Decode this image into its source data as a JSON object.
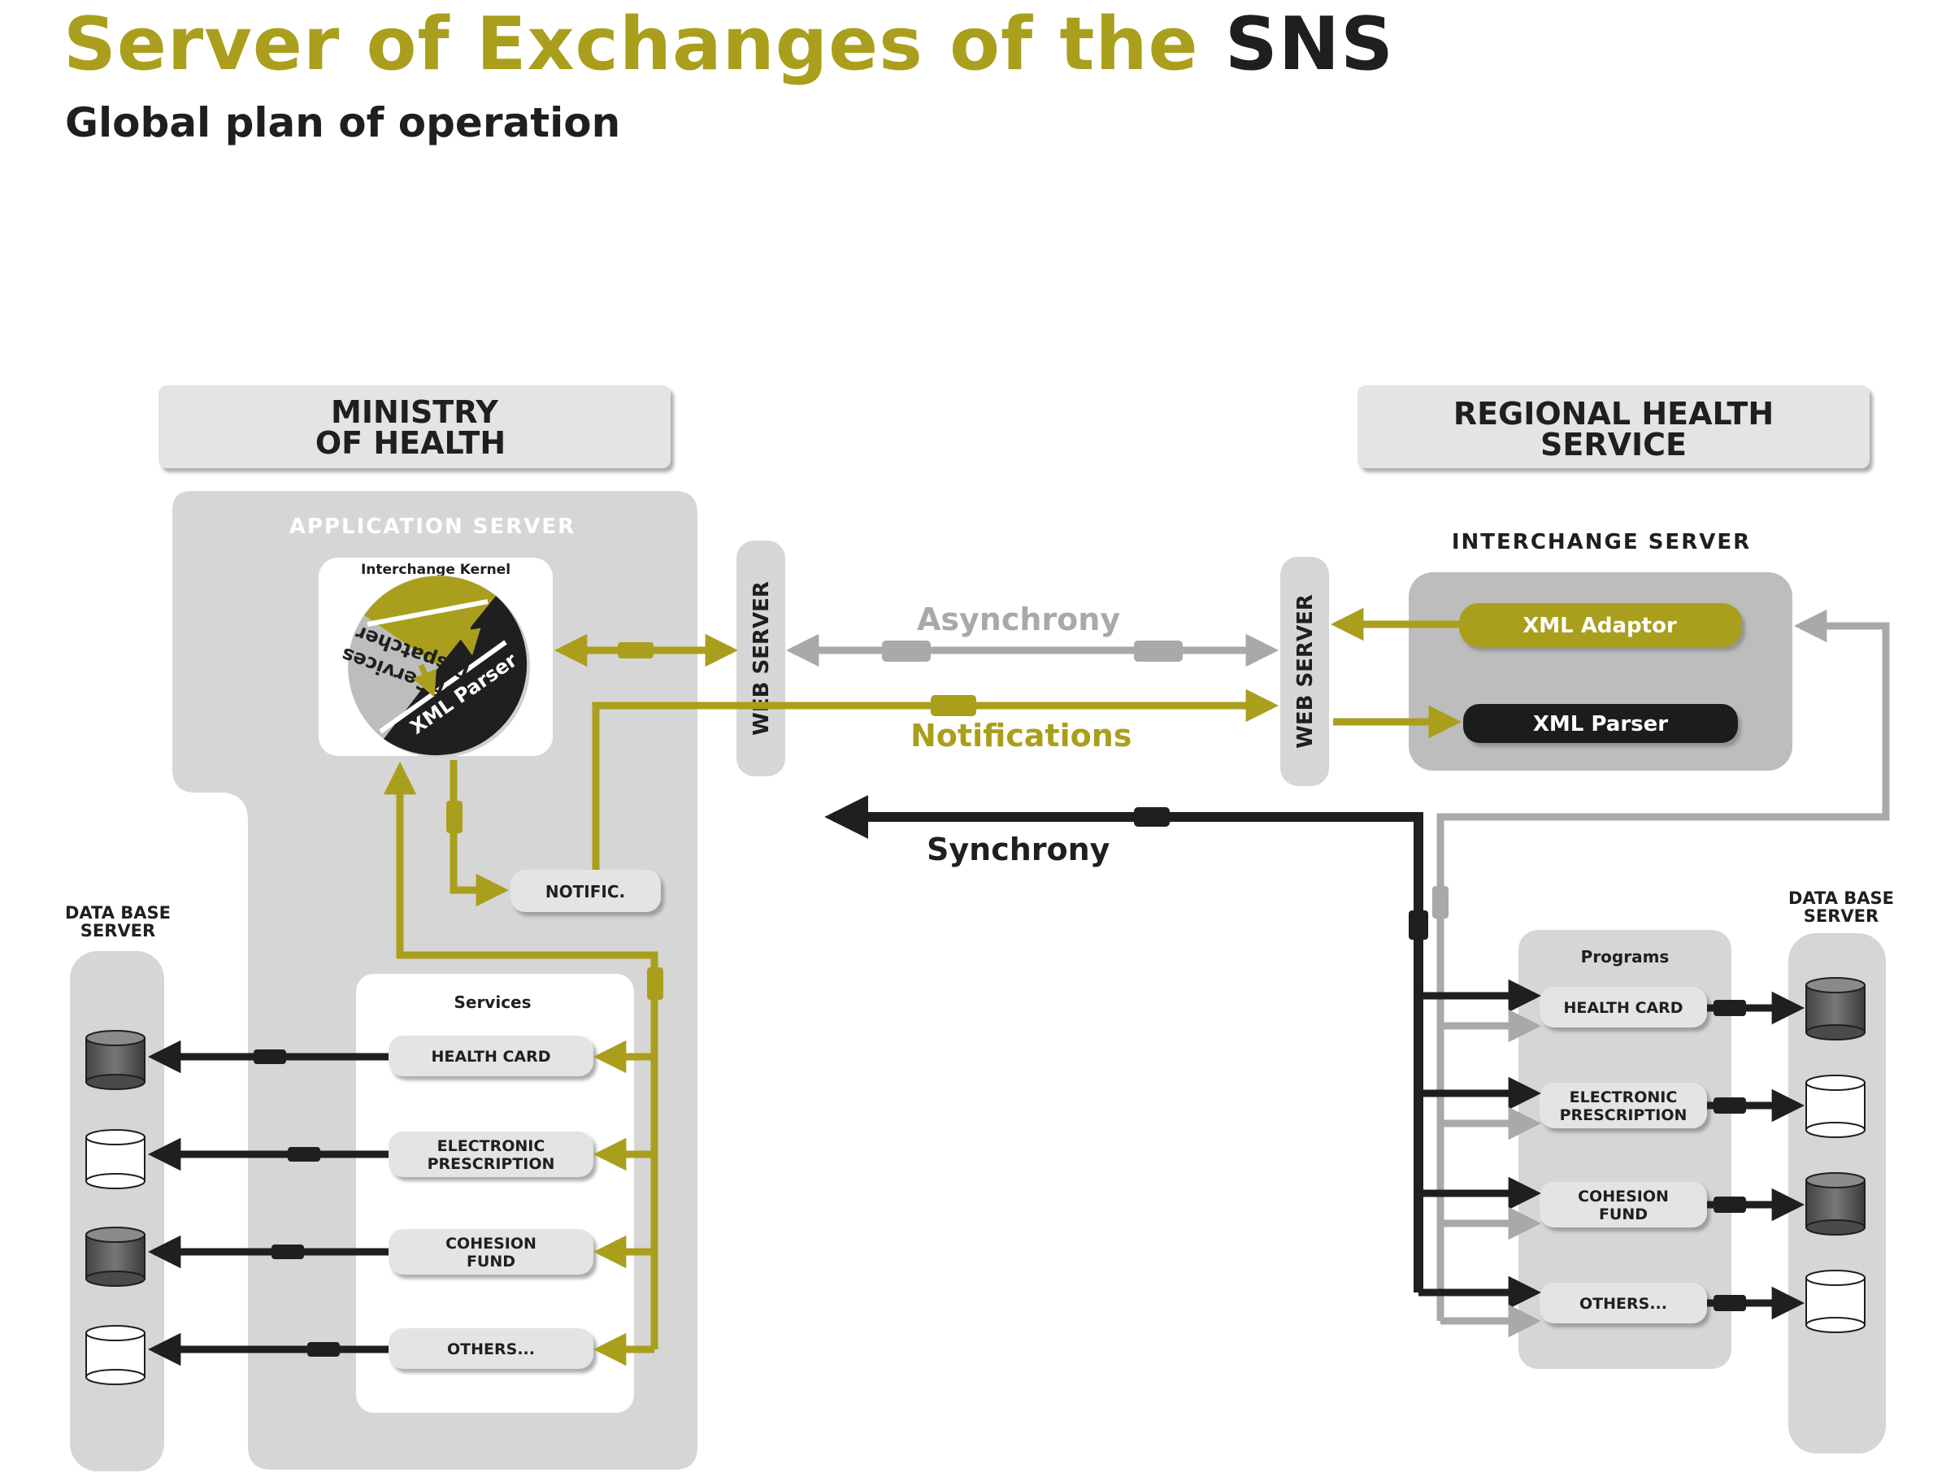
{
  "title": {
    "part1": "Server of Exchanges of the",
    "part2": "SNS"
  },
  "subtitle": "Global plan of operation",
  "colors": {
    "olive": "#aa9f1c",
    "dark": "#1f1f1f",
    "gray": "#a9a9a9",
    "panel": "#d6d6d6"
  },
  "ministry": {
    "title_line1": "MINISTRY",
    "title_line2": "OF HEALTH",
    "app_server": "APPLICATION SERVER",
    "kernel": {
      "title": "Interchange Kernel",
      "dispatcher_line1": "Dispatcher",
      "dispatcher_line2": "of Services",
      "parser": "XML Parser"
    },
    "web_server": "WEB SERVER",
    "notific": "NOTIFIC.",
    "services": {
      "title": "Services",
      "items": [
        {
          "line1": "HEALTH CARD",
          "line2": ""
        },
        {
          "line1": "ELECTRONIC",
          "line2": "PRESCRIPTION"
        },
        {
          "line1": "COHESION",
          "line2": "FUND"
        },
        {
          "line1": "OTHERS...",
          "line2": ""
        }
      ]
    },
    "db_label_line1": "DATA BASE",
    "db_label_line2": "SERVER"
  },
  "regional": {
    "title_line1": "REGIONAL HEALTH",
    "title_line2": "SERVICE",
    "interchange_server": "INTERCHANGE SERVER",
    "xml_adaptor": "XML Adaptor",
    "xml_parser": "XML Parser",
    "web_server": "WEB SERVER",
    "programs": {
      "title": "Programs",
      "items": [
        {
          "line1": "HEALTH CARD",
          "line2": ""
        },
        {
          "line1": "ELECTRONIC",
          "line2": "PRESCRIPTION"
        },
        {
          "line1": "COHESION",
          "line2": "FUND"
        },
        {
          "line1": "OTHERS...",
          "line2": ""
        }
      ]
    },
    "db_label_line1": "DATA BASE",
    "db_label_line2": "SERVER"
  },
  "flows": {
    "asynchrony": "Asynchrony",
    "notifications": "Notifications",
    "synchrony": "Synchrony"
  }
}
